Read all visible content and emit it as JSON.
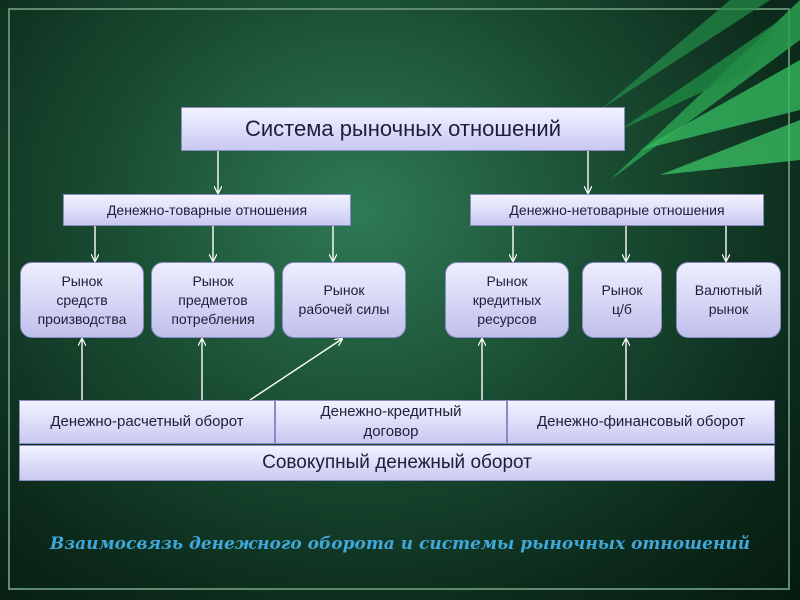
{
  "title": "Система рыночных отношений",
  "branches": {
    "left": "Денежно-товарные отношения",
    "right": "Денежно-нетоварные отношения"
  },
  "markets": [
    "Рынок\nсредств\nпроизводства",
    "Рынок\nпредметов\nпотребления",
    "Рынок\nрабочей силы",
    "Рынок\nкредитных\nресурсов",
    "Рынок\nц/б",
    "Валютный\nрынок"
  ],
  "flows": [
    "Денежно-расчетный оборот",
    "Денежно-кредитный\nдоговор",
    "Денежно-финансовый оборот"
  ],
  "total": "Совокупный денежный оборот",
  "caption": "Взаимосвязь денежного оборота и системы рыночных отношений",
  "colors": {
    "background": "#1a4d33",
    "box_fill": "#d6d6f5",
    "box_text": "#1e1e3a",
    "caption": "#3fa7d9",
    "arrow": "#ffffff"
  }
}
